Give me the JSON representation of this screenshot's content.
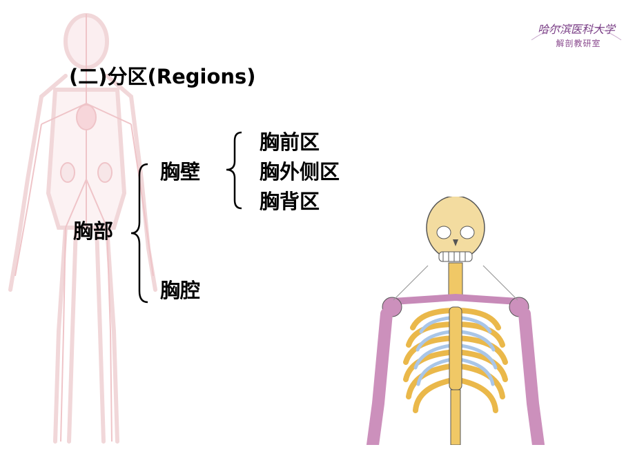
{
  "logo": {
    "institution": "哈尔滨医科大学",
    "department": "解剖教研室"
  },
  "slide": {
    "title": "(二)分区(Regions)",
    "root": "胸部",
    "wall": {
      "label": "胸壁",
      "subregions": [
        "胸前区",
        "胸外侧区",
        "胸背区"
      ]
    },
    "cavity": "胸腔"
  }
}
